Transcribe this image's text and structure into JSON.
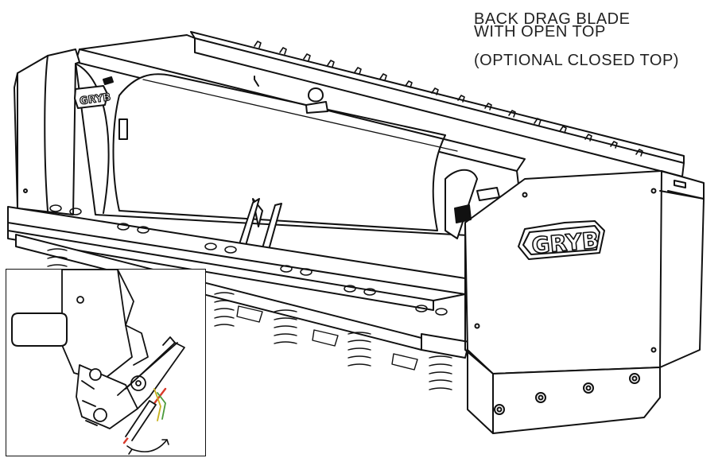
{
  "caption": {
    "line1": "BACK DRAG BLADE",
    "line2": "WITH OPEN TOP",
    "line3": "(OPTIONAL CLOSED TOP)"
  },
  "brand": {
    "logo_text": "GRYB"
  },
  "colors": {
    "line": "#111111",
    "background": "#ffffff",
    "blade_red": "#d93a2b",
    "blade_yellow": "#c8b21e",
    "blade_green": "#4a9a3a"
  },
  "icons": {
    "rotation": "curved-double-arrow-icon"
  }
}
